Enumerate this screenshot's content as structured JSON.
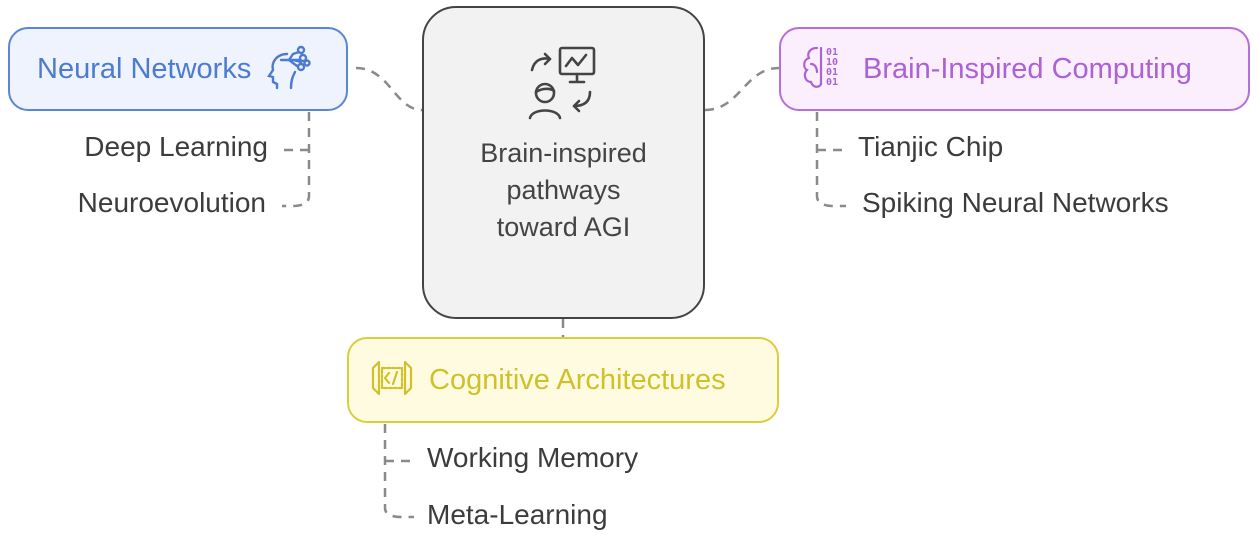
{
  "center": {
    "title": "Brain-inspired pathways toward AGI",
    "icon": "person-presentation-cycle-icon"
  },
  "branches": [
    {
      "label": "Neural Networks",
      "icon": "brain-network-icon",
      "color": "#5a86d6",
      "children": [
        "Deep Learning",
        "Neuroevolution"
      ]
    },
    {
      "label": "Brain-Inspired Computing",
      "icon": "brain-binary-icon",
      "color": "#b56fd9",
      "children": [
        "Tianjic Chip",
        "Spiking Neural Networks"
      ]
    },
    {
      "label": "Cognitive Architectures",
      "icon": "code-architecture-icon",
      "color": "#dccd3e",
      "children": [
        "Working Memory",
        "Meta-Learning"
      ]
    }
  ]
}
